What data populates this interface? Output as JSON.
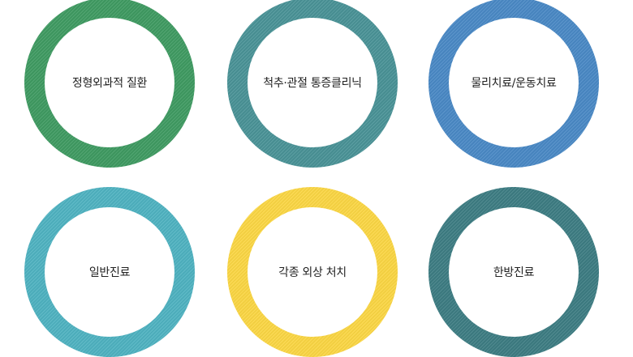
{
  "services": [
    {
      "label": "정형외과적 질환",
      "color": "#3f9b62"
    },
    {
      "label": "척추·관절 통증클리닉",
      "color": "#4a9397"
    },
    {
      "label": "물리치료/운동치료",
      "color": "#4a89c6"
    },
    {
      "label": "일반진료",
      "color": "#4fb3c2"
    },
    {
      "label": "각종 외상 처치",
      "color": "#fcd744"
    },
    {
      "label": "한방진료",
      "color": "#3d7d83"
    }
  ]
}
